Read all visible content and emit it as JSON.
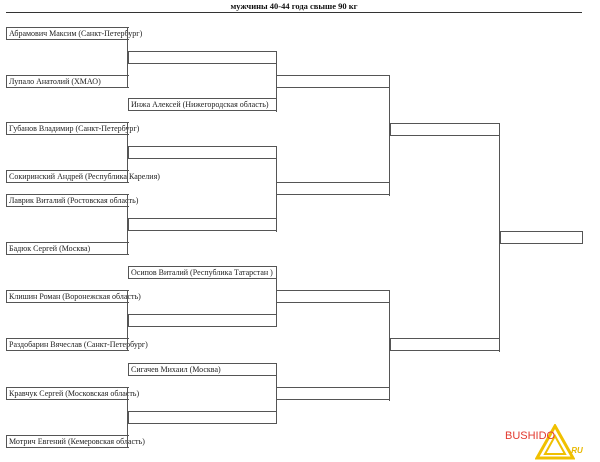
{
  "title": "мужчины 40-44 года свыше 90 кг",
  "round1": [
    "Абрамович  Максим  (Санкт-Петербург)",
    "Лупало Анатолий (ХМАО)",
    "Губанов  Владимир  (Санкт-Петербург)",
    "Сокиринский   Андрей (Республика Карелия)",
    "Лаврик   Виталий (Ростовская область)",
    "Бадюк Сергей  (Москва)",
    "Клишин   Роман (Воронежская область)",
    "Раздобарин  Вячеслав  (Санкт-Петербург)",
    "Кравчук  Сергей (Московская область)",
    "Мотрич  Евгений  (Кемеровская область)"
  ],
  "round2": [
    "",
    "Инжа  Алексей (Нижегородская область)",
    "",
    "",
    "Осипов  Виталий  (Республика Татарстан )",
    "",
    "Сигачев  Михаил (Москва)",
    ""
  ],
  "round3": [
    "",
    "",
    "",
    ""
  ],
  "round4": [
    "",
    ""
  ],
  "final": "",
  "logo": {
    "text": "BUSHIDO",
    "suffix": ".RU"
  }
}
